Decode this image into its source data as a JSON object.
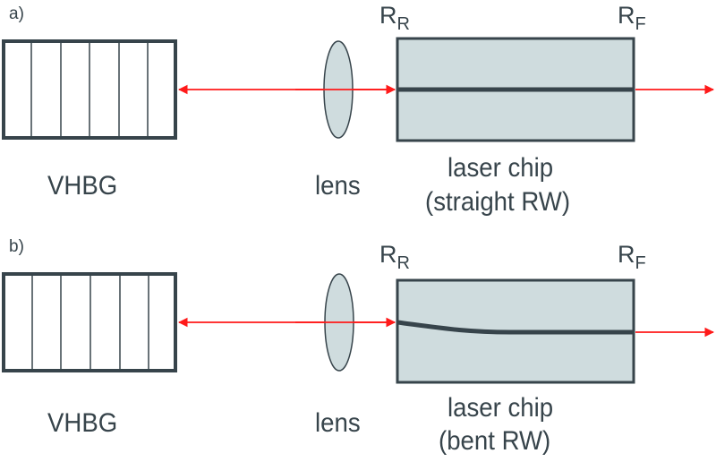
{
  "diagram": {
    "colors": {
      "outline": "#37444b",
      "chip_fill": "#cfdcde",
      "lens_fill": "#cfdcde",
      "beam": "#ff1a1a",
      "grating_fill": "#ffffff"
    },
    "panels": [
      {
        "id": "a",
        "label": "a)",
        "grating_label": "VHBG",
        "grating_slices": 6,
        "lens_label": "lens",
        "chip_label_line1": "laser chip",
        "chip_label_line2": "(straight RW)",
        "rear_facet": {
          "main": "R",
          "sub": "R"
        },
        "front_facet": {
          "main": "R",
          "sub": "F"
        },
        "waveguide": "straight"
      },
      {
        "id": "b",
        "label": "b)",
        "grating_label": "VHBG",
        "grating_slices": 6,
        "lens_label": "lens",
        "chip_label_line1": "laser chip",
        "chip_label_line2": "(bent RW)",
        "rear_facet": {
          "main": "R",
          "sub": "R"
        },
        "front_facet": {
          "main": "R",
          "sub": "F"
        },
        "waveguide": "bent"
      }
    ]
  }
}
